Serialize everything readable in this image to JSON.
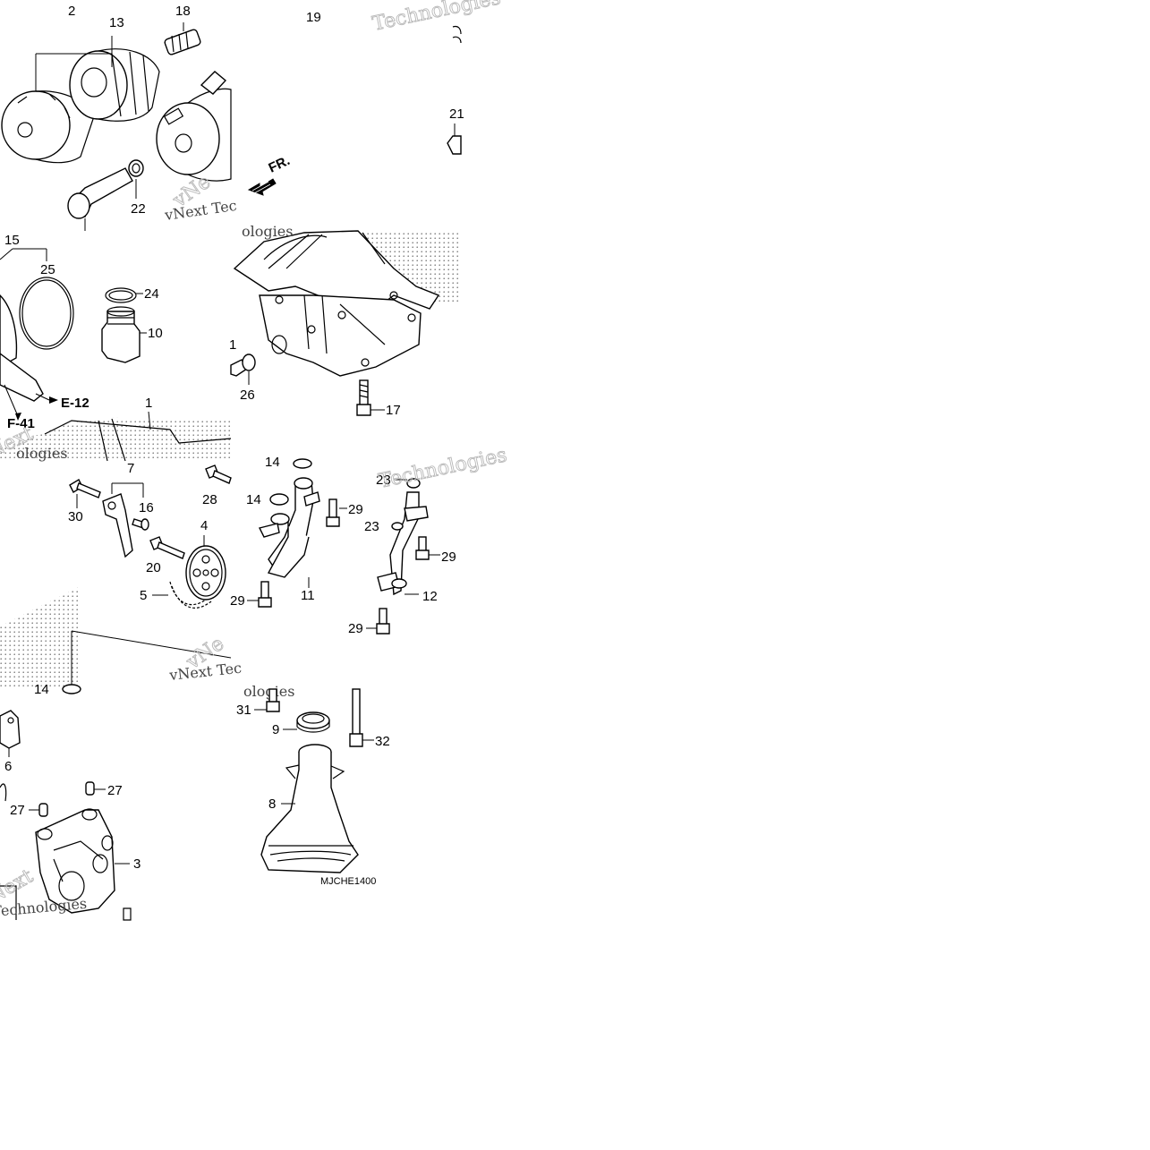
{
  "diagram": {
    "drawing_code": "MJCHE1400",
    "watermark_text": {
      "technologies": "Technologies",
      "vnext": "vNext Technologies",
      "vnext_short": "vNext Tec",
      "partial_vne": "vNe",
      "partial_ext": "Next",
      "partial_ologies": "ologies"
    },
    "direction_label": "FR.",
    "reference_labels": {
      "e12": "E-12",
      "f41": "F-41"
    },
    "callouts": [
      {
        "id": "c2",
        "text": "2"
      },
      {
        "id": "c13",
        "text": "13"
      },
      {
        "id": "c18",
        "text": "18"
      },
      {
        "id": "c19",
        "text": "19"
      },
      {
        "id": "c21",
        "text": "21"
      },
      {
        "id": "c22",
        "text": "22"
      },
      {
        "id": "c15",
        "text": "15"
      },
      {
        "id": "c25",
        "text": "25"
      },
      {
        "id": "c24",
        "text": "24"
      },
      {
        "id": "c10",
        "text": "10"
      },
      {
        "id": "c1a",
        "text": "1"
      },
      {
        "id": "c1b",
        "text": "1"
      },
      {
        "id": "c26",
        "text": "26"
      },
      {
        "id": "c17",
        "text": "17"
      },
      {
        "id": "c7",
        "text": "7"
      },
      {
        "id": "c16",
        "text": "16"
      },
      {
        "id": "c30",
        "text": "30"
      },
      {
        "id": "c28",
        "text": "28"
      },
      {
        "id": "c4",
        "text": "4"
      },
      {
        "id": "c20",
        "text": "20"
      },
      {
        "id": "c5",
        "text": "5"
      },
      {
        "id": "c14a",
        "text": "14"
      },
      {
        "id": "c14b",
        "text": "14"
      },
      {
        "id": "c29a",
        "text": "29"
      },
      {
        "id": "c29b",
        "text": "29"
      },
      {
        "id": "c11",
        "text": "11"
      },
      {
        "id": "c23a",
        "text": "23"
      },
      {
        "id": "c23b",
        "text": "23"
      },
      {
        "id": "c29c",
        "text": "29"
      },
      {
        "id": "c12",
        "text": "12"
      },
      {
        "id": "c29d",
        "text": "29"
      },
      {
        "id": "c14c",
        "text": "14"
      },
      {
        "id": "c6",
        "text": "6"
      },
      {
        "id": "c27a",
        "text": "27"
      },
      {
        "id": "c27b",
        "text": "27"
      },
      {
        "id": "c3",
        "text": "3"
      },
      {
        "id": "c31",
        "text": "31"
      },
      {
        "id": "c9",
        "text": "9"
      },
      {
        "id": "c32",
        "text": "32"
      },
      {
        "id": "c8",
        "text": "8"
      }
    ]
  }
}
